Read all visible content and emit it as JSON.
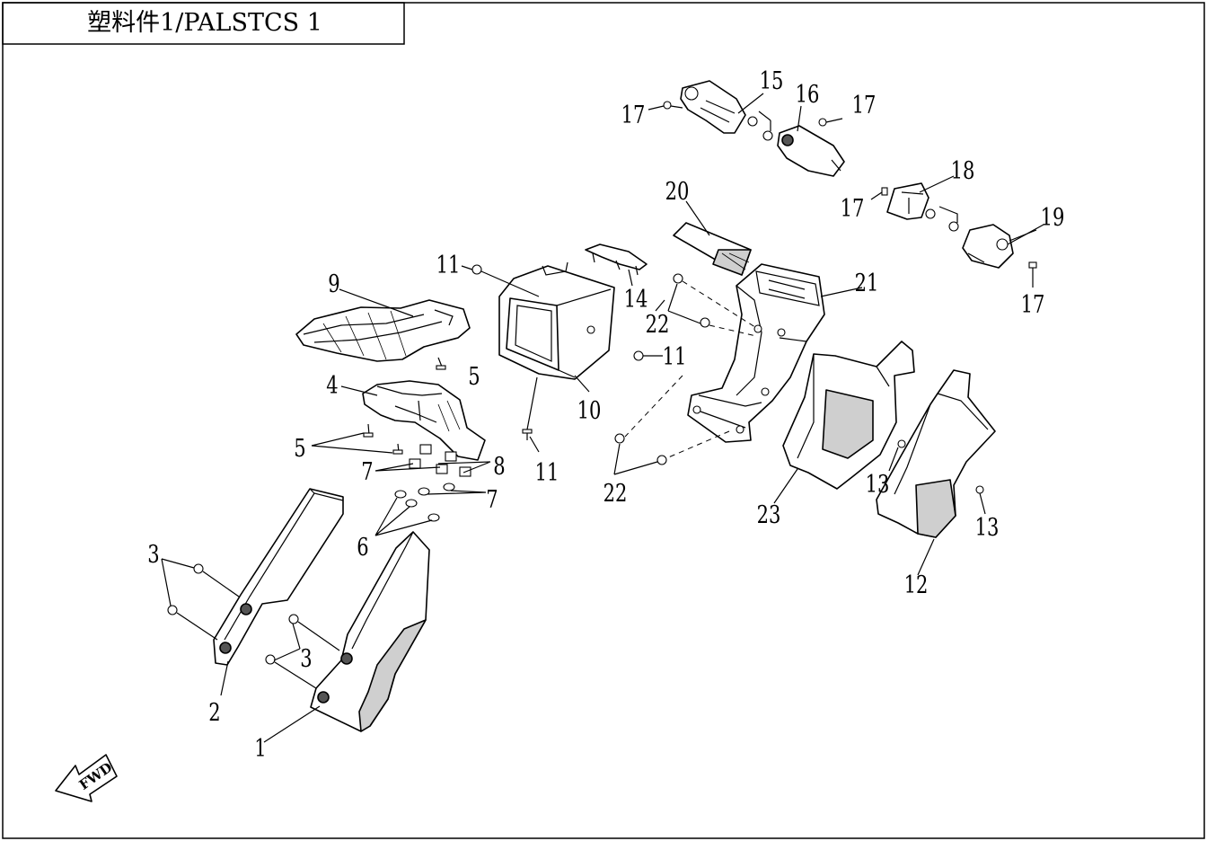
{
  "title": "塑料件1/PALSTCS 1",
  "fwd_label": "FWD",
  "callouts": {
    "c1": "1",
    "c2": "2",
    "c3a": "3",
    "c3b": "3",
    "c4": "4",
    "c5a": "5",
    "c5b": "5",
    "c6": "6",
    "c7a": "7",
    "c7b": "7",
    "c8": "8",
    "c9": "9",
    "c10": "10",
    "c11a": "11",
    "c11b": "11",
    "c11c": "11",
    "c12": "12",
    "c13a": "13",
    "c13b": "13",
    "c14": "14",
    "c15": "15",
    "c16": "16",
    "c17a": "17",
    "c17b": "17",
    "c17c": "17",
    "c17d": "17",
    "c18": "18",
    "c19": "19",
    "c20": "20",
    "c21": "21",
    "c22a": "22",
    "c22b": "22",
    "c23": "23"
  }
}
